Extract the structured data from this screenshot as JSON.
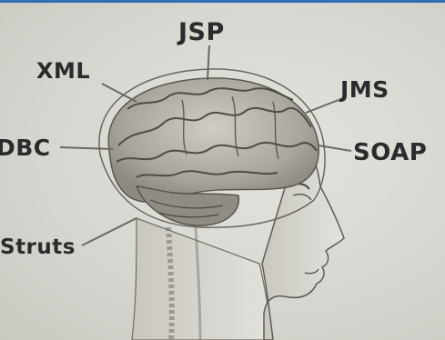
{
  "labels": {
    "jsp": "JSP",
    "xml": "XML",
    "jms": "JMS",
    "jdbc": "DBC",
    "soap": "SOAP",
    "struts": "Struts"
  },
  "colors": {
    "background": "#d9d8d3",
    "ink": "#2b2b2b",
    "frame_accent": "#2f6fb3"
  }
}
